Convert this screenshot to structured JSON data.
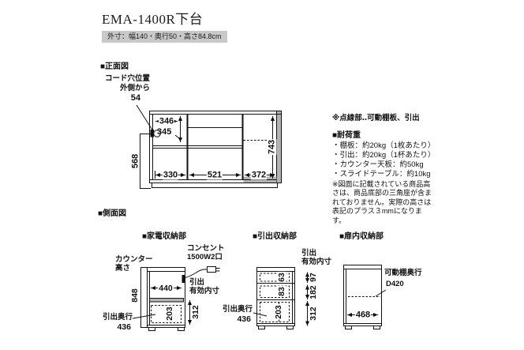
{
  "header": {
    "title": "EMA-1400R下台",
    "subtitle": "外寸：幅140・奥行50・高さ84.8cm"
  },
  "front": {
    "section": "■正面図",
    "cord1": "コード穴位置",
    "cord2": "外側から",
    "cord3": "54",
    "d346": "346",
    "d345": "345",
    "d568": "568",
    "d743": "743",
    "d330": "330",
    "d521": "521",
    "d372": "372"
  },
  "notes": {
    "dotted": "※点線部‥可動棚板、引出",
    "load_title": "■耐荷重",
    "load_items": [
      "・棚板：約20kg（1枚あたり）",
      "・引出：約20kg（1杯あたり）",
      "・カウンター天板：約50kg",
      "・スライドテーブル：約10kg"
    ],
    "height_note": "※図面に記載されている商品高さは、商品底部の三角座が含まれておりません。実際の高さは表記のプラス３mmになります。"
  },
  "side": {
    "section": "■側面図",
    "sv1": {
      "title": "■家電収納部",
      "counter1": "カウンター",
      "counter2": "高さ",
      "outlet1": "コンセント",
      "outlet2": "1500W2口",
      "inner1": "引出",
      "inner2": "有効内寸",
      "depth_label": "引出奥行",
      "depth_value": "436",
      "d848": "848",
      "d440": "440",
      "d203": "203",
      "d312": "312"
    },
    "sv2": {
      "title": "■引出収納部",
      "inner1": "引出",
      "inner2": "有効内寸",
      "depth_label": "引出奥行",
      "depth_value": "436",
      "d63": "63",
      "d83": "83",
      "d203": "203",
      "d97": "97",
      "d182": "182",
      "d312": "312"
    },
    "sv3": {
      "title": "■扉内収納部",
      "shelf1": "可動棚奥行",
      "shelf2": "D420",
      "d468": "468"
    }
  },
  "colors": {
    "line": "#111111",
    "panel_gray": "#b3b3b3",
    "subtitle_bg": "#c9c9c9"
  }
}
